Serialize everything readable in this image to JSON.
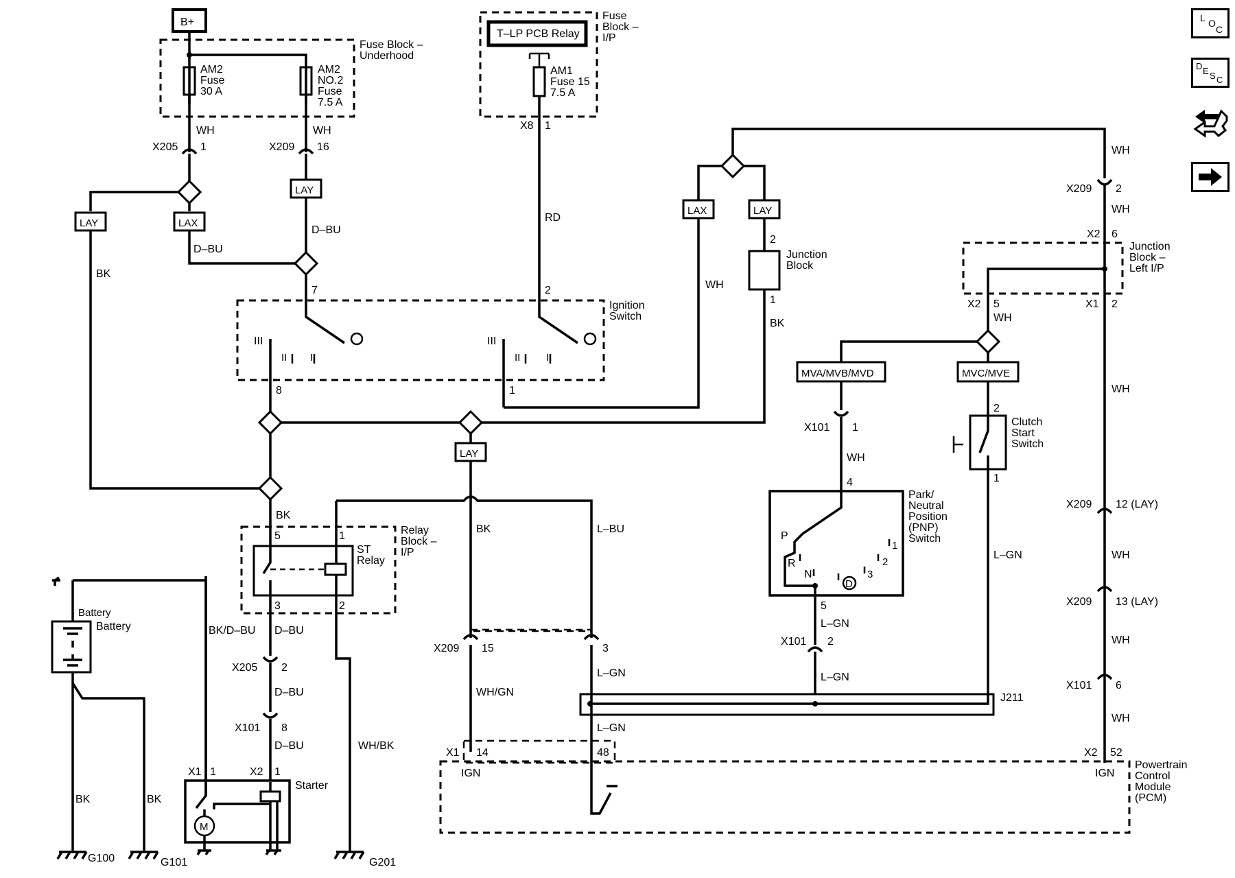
{
  "nav": {
    "loc": {
      "letters": [
        "L",
        "O",
        "C"
      ]
    },
    "desc": {
      "letters": [
        "D",
        "E",
        "S",
        "C"
      ]
    }
  },
  "components": {
    "bplus": "B+",
    "fuse_block_underhood": [
      "Fuse Block –",
      "Underhood"
    ],
    "am2_fuse": [
      "AM2",
      "Fuse",
      "30 A"
    ],
    "am2_no2_fuse": [
      "AM2",
      "NO.2",
      "Fuse",
      "7.5 A"
    ],
    "tlp_relay": "T–LP PCB Relay",
    "fuse_block_ip": [
      "Fuse",
      "Block –",
      "I/P"
    ],
    "am1_fuse": [
      "AM1",
      "Fuse 15",
      "7.5 A"
    ],
    "ignition_switch": [
      "Ignition",
      "Switch"
    ],
    "junction_block": [
      "Junction",
      "Block"
    ],
    "junction_block_left": [
      "Junction",
      "Block –",
      "Left I/P"
    ],
    "mva": "MVA/MVB/MVD",
    "mvc": "MVC/MVE",
    "clutch_switch": [
      "Clutch",
      "Start",
      "Switch"
    ],
    "pnp_switch": [
      "Park/",
      "Neutral",
      "Position",
      "(PNP)",
      "Switch"
    ],
    "relay_block": [
      "Relay",
      "Block –",
      "I/P"
    ],
    "st_relay": [
      "ST",
      "Relay"
    ],
    "battery": "Battery",
    "starter": "Starter",
    "pcm": [
      "Powertrain",
      "Control",
      "Module",
      "(PCM)"
    ],
    "j211": "J211",
    "ign": "IGN",
    "motor": "M",
    "lax": "LAX",
    "lay": "LAY"
  },
  "switch_positions": {
    "ign_left": {
      "iii": "III",
      "ii": "II",
      "i": "I"
    },
    "ign_right": {
      "iii": "III",
      "ii": "II",
      "i": "I"
    },
    "pnp": {
      "p": "P",
      "r": "R",
      "n": "N",
      "d": "D",
      "one": "1",
      "two": "2",
      "three": "3"
    }
  },
  "wire_colors": {
    "wh": "WH",
    "bk": "BK",
    "dbu": "D–BU",
    "rd": "RD",
    "lbu": "L–BU",
    "lgn": "L–GN",
    "bkdbu": "BK/D–BU",
    "whgn": "WH/GN",
    "whbk": "WH/BK"
  },
  "connectors": {
    "x205": "X205",
    "x209": "X209",
    "x8": "X8",
    "x101": "X101",
    "x1": "X1",
    "x2": "X2",
    "x209_12": "12 (LAY)",
    "x209_13": "13 (LAY)"
  },
  "pins": {
    "p1": "1",
    "p2": "2",
    "p3": "3",
    "p4": "4",
    "p5": "5",
    "p6": "6",
    "p7": "7",
    "p8": "8",
    "p14": "14",
    "p15": "15",
    "p16": "16",
    "p48": "48",
    "p52": "52"
  },
  "grounds": {
    "g100": "G100",
    "g101": "G101",
    "g201": "G201"
  }
}
